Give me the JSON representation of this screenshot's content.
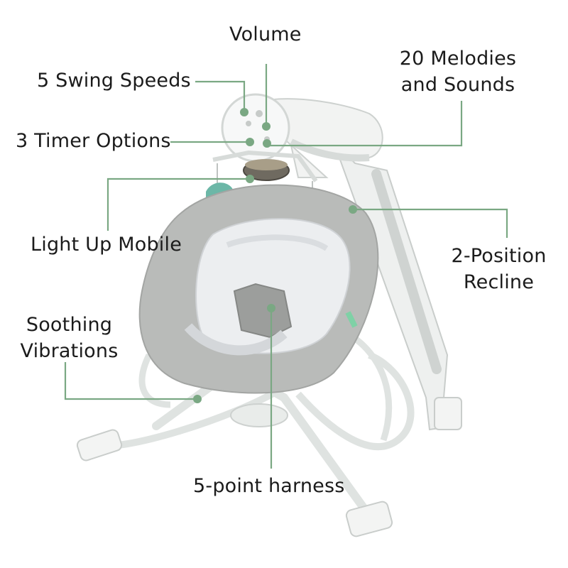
{
  "image": {
    "subject": "baby swing",
    "colors": {
      "accent": "#7aa883",
      "seat": "#b7b9b7",
      "frame": "#eef0ef",
      "padding": "#eaecee",
      "text": "#1b1b1b"
    }
  },
  "callouts": {
    "volume": "Volume",
    "swing_speeds": "5 Swing Speeds",
    "melodies_line1": "20 Melodies",
    "melodies_line2": "and Sounds",
    "timer": "3 Timer Options",
    "mobile": "Light Up Mobile",
    "recline_line1": "2-Position",
    "recline_line2": "Recline",
    "vibrations_line1": "Soothing",
    "vibrations_line2": "Vibrations",
    "harness": "5-point harness"
  }
}
